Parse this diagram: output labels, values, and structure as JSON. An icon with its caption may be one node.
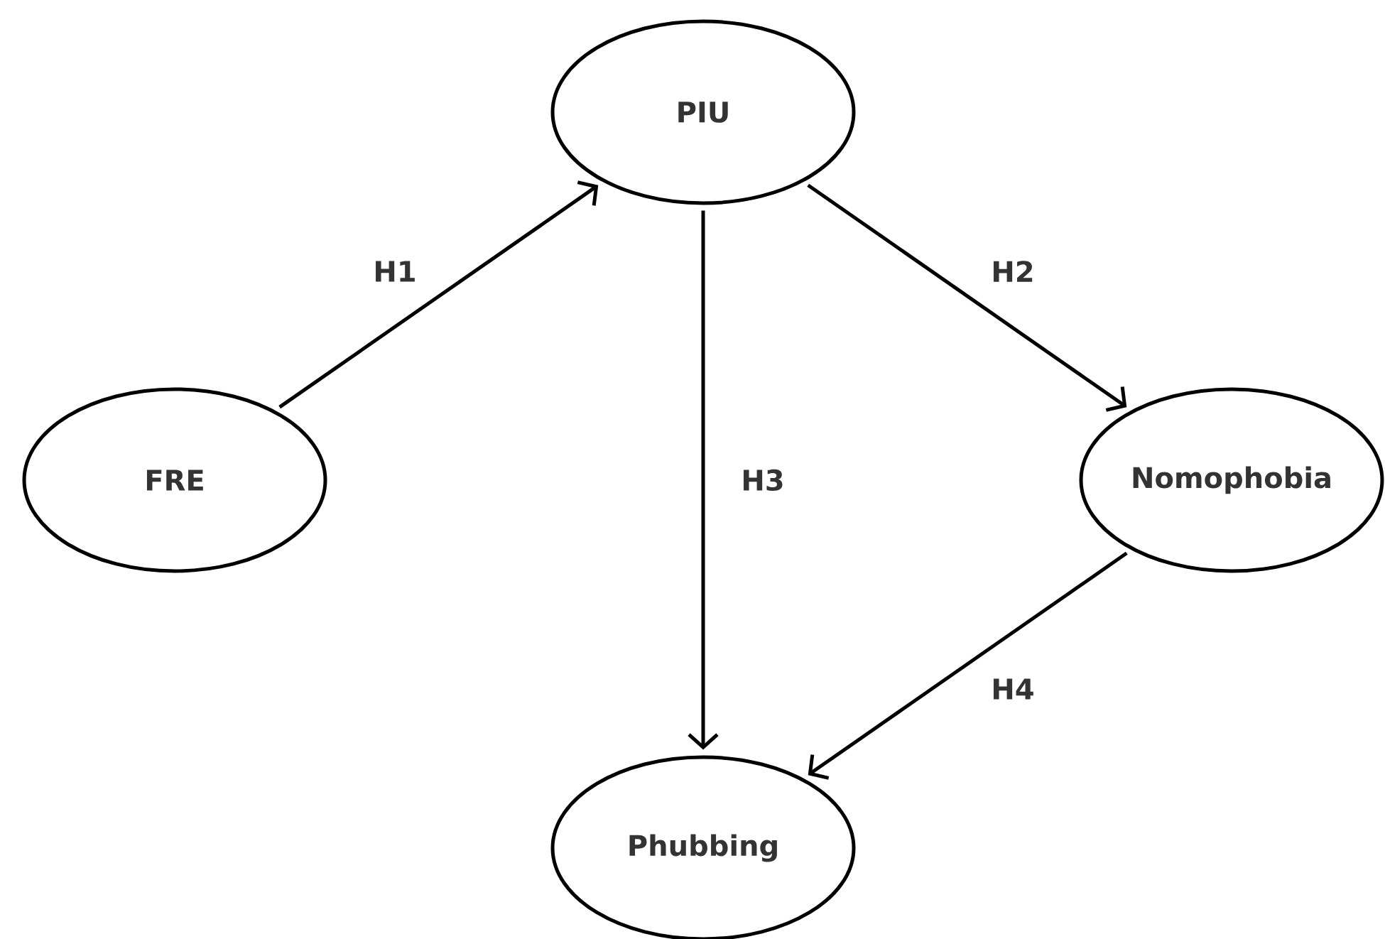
{
  "diagram": {
    "nodes": [
      {
        "text": [
          "PIU"
        ]
      },
      {
        "text": [
          "FRE"
        ]
      },
      {
        "text": [
          "Nomophobia"
        ]
      },
      {
        "text": [
          "Phubbing"
        ]
      }
    ],
    "edges": [
      {
        "from": 1,
        "to": 0,
        "arrow": "to",
        "label": "H1"
      },
      {
        "from": 0,
        "to": 2,
        "arrow": "to",
        "label": "H2"
      },
      {
        "from": 0,
        "to": 3,
        "arrow": "to",
        "label": "H3"
      },
      {
        "from": 2,
        "to": 3,
        "arrow": "to",
        "label": "H4"
      }
    ]
  }
}
